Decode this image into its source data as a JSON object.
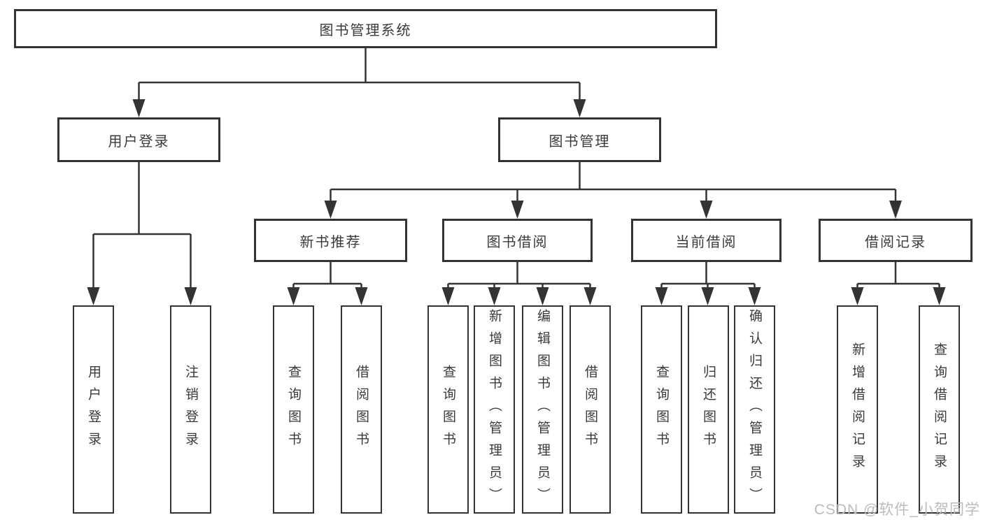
{
  "tree": {
    "label": "图书管理系统",
    "children": [
      {
        "label": "用户登录",
        "children": [
          {
            "label": "用户登录"
          },
          {
            "label": "注销登录"
          }
        ]
      },
      {
        "label": "图书管理",
        "children": [
          {
            "label": "新书推荐",
            "children": [
              {
                "label": "查询图书"
              },
              {
                "label": "借阅图书"
              }
            ]
          },
          {
            "label": "图书借阅",
            "children": [
              {
                "label": "查询图书"
              },
              {
                "label": "新增图书（管理员）"
              },
              {
                "label": "编辑图书（管理员）"
              },
              {
                "label": "借阅图书"
              }
            ]
          },
          {
            "label": "当前借阅",
            "children": [
              {
                "label": "查询图书"
              },
              {
                "label": "归还图书"
              },
              {
                "label": "确认归还（管理员）"
              }
            ]
          },
          {
            "label": "借阅记录",
            "children": [
              {
                "label": "新增借阅记录"
              },
              {
                "label": "查询借阅记录"
              }
            ]
          }
        ]
      }
    ]
  },
  "watermark": {
    "text": "CSDN @软件_小贺同学"
  },
  "colors": {
    "line": "#333333",
    "box_border": "#333333",
    "text": "#3a3a3a",
    "watermark": "#bcbcbc",
    "background": "#ffffff"
  }
}
